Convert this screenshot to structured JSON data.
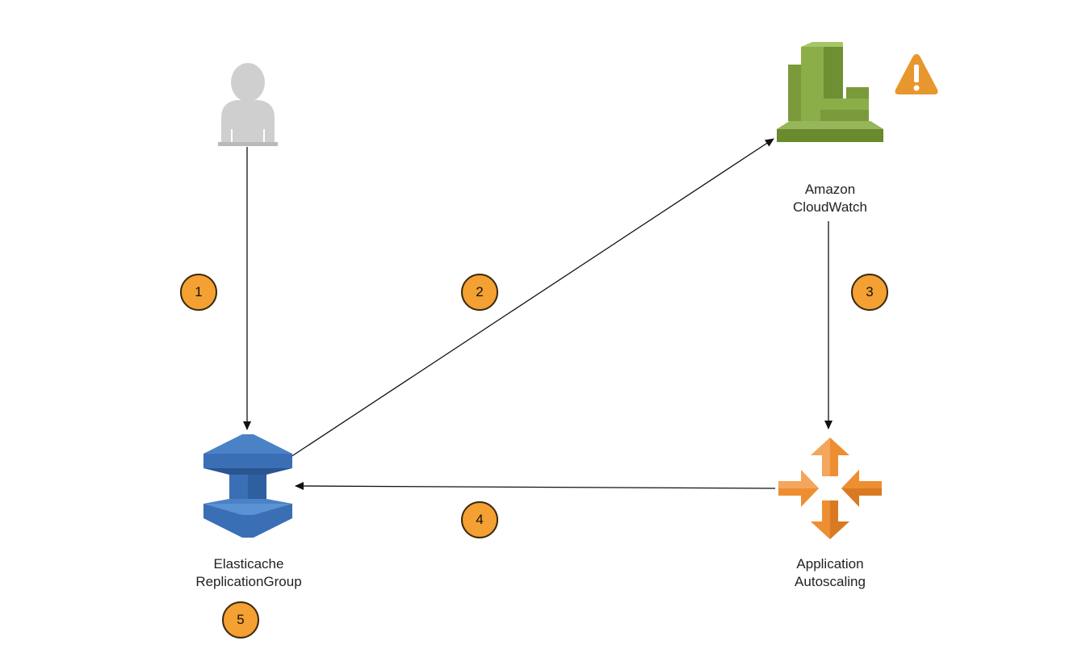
{
  "nodes": {
    "user": {
      "icon": "user-icon"
    },
    "cloudwatch": {
      "icon": "cloudwatch-icon",
      "label_line1": "Amazon",
      "label_line2": "CloudWatch",
      "alarm_icon": "warning-icon"
    },
    "autoscaling": {
      "icon": "autoscaling-icon",
      "label_line1": "Application",
      "label_line2": "Autoscaling"
    },
    "elasticache": {
      "icon": "elasticache-icon",
      "label_line1": "Elasticache",
      "label_line2": "ReplicationGroup"
    }
  },
  "steps": [
    "1",
    "2",
    "3",
    "4",
    "5"
  ],
  "colors": {
    "step_fill": "#F4A032",
    "cloudwatch_green": "#7A9A3C",
    "autoscaling_orange": "#EE8E32",
    "elasticache_blue": "#3A6FB5",
    "user_gray": "#CFCFCF",
    "warning_orange": "#E8962E"
  }
}
